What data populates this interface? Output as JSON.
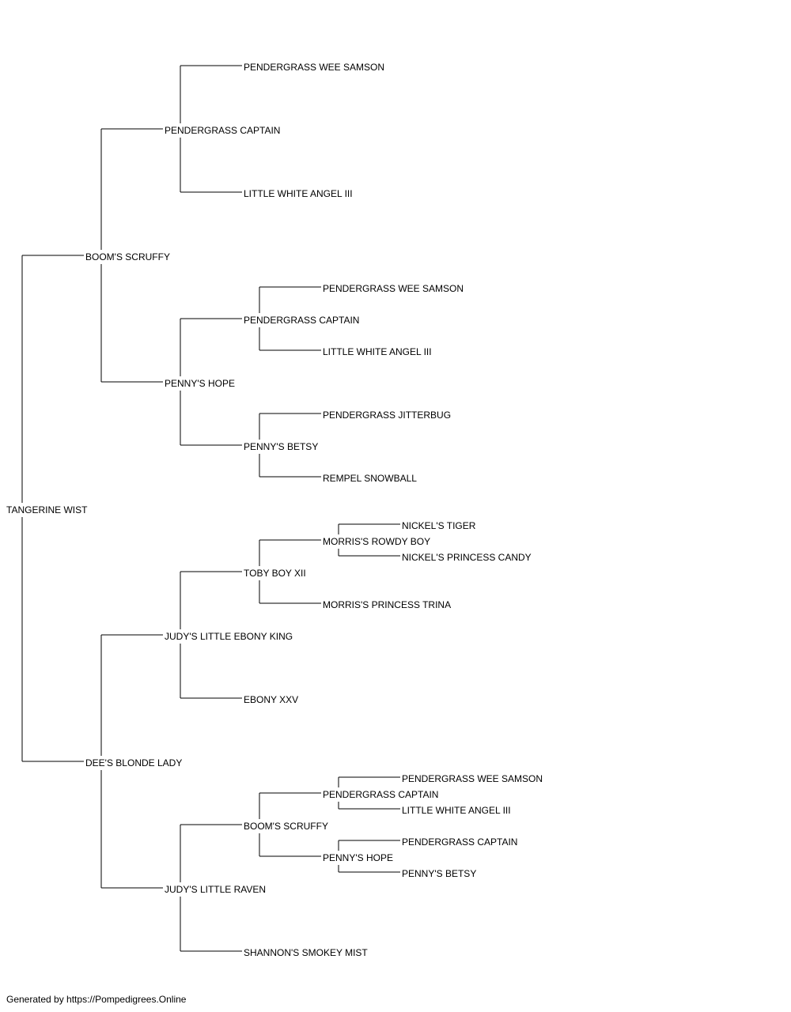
{
  "pedigree": {
    "name": "TANGERINE WIST",
    "sire": {
      "name": "BOOM'S SCRUFFY",
      "sire": {
        "name": "PENDERGRASS CAPTAIN",
        "sire": {
          "name": "PENDERGRASS WEE SAMSON"
        },
        "dam": {
          "name": "LITTLE WHITE ANGEL III"
        }
      },
      "dam": {
        "name": "PENNY'S HOPE",
        "sire": {
          "name": "PENDERGRASS CAPTAIN",
          "sire": {
            "name": "PENDERGRASS WEE SAMSON"
          },
          "dam": {
            "name": "LITTLE WHITE ANGEL III"
          }
        },
        "dam": {
          "name": "PENNY'S BETSY",
          "sire": {
            "name": "PENDERGRASS JITTERBUG"
          },
          "dam": {
            "name": "REMPEL SNOWBALL"
          }
        }
      }
    },
    "dam": {
      "name": "DEE'S BLONDE LADY",
      "sire": {
        "name": "JUDY'S LITTLE EBONY KING",
        "sire": {
          "name": "TOBY BOY XII",
          "sire": {
            "name": "MORRIS'S ROWDY BOY",
            "sire": {
              "name": "NICKEL'S TIGER"
            },
            "dam": {
              "name": "NICKEL'S PRINCESS CANDY"
            }
          },
          "dam": {
            "name": "MORRIS'S PRINCESS TRINA"
          }
        },
        "dam": {
          "name": "EBONY XXV"
        }
      },
      "dam": {
        "name": "JUDY'S LITTLE RAVEN",
        "sire": {
          "name": "BOOM'S SCRUFFY",
          "sire": {
            "name": "PENDERGRASS CAPTAIN",
            "sire": {
              "name": "PENDERGRASS WEE SAMSON"
            },
            "dam": {
              "name": "LITTLE WHITE ANGEL III"
            }
          },
          "dam": {
            "name": "PENNY'S HOPE",
            "sire": {
              "name": "PENDERGRASS CAPTAIN"
            },
            "dam": {
              "name": "PENNY'S BETSY"
            }
          }
        },
        "dam": {
          "name": "SHANNON'S SMOKEY MIST"
        }
      }
    }
  },
  "footer": "Generated by https://Pompedigrees.Online"
}
